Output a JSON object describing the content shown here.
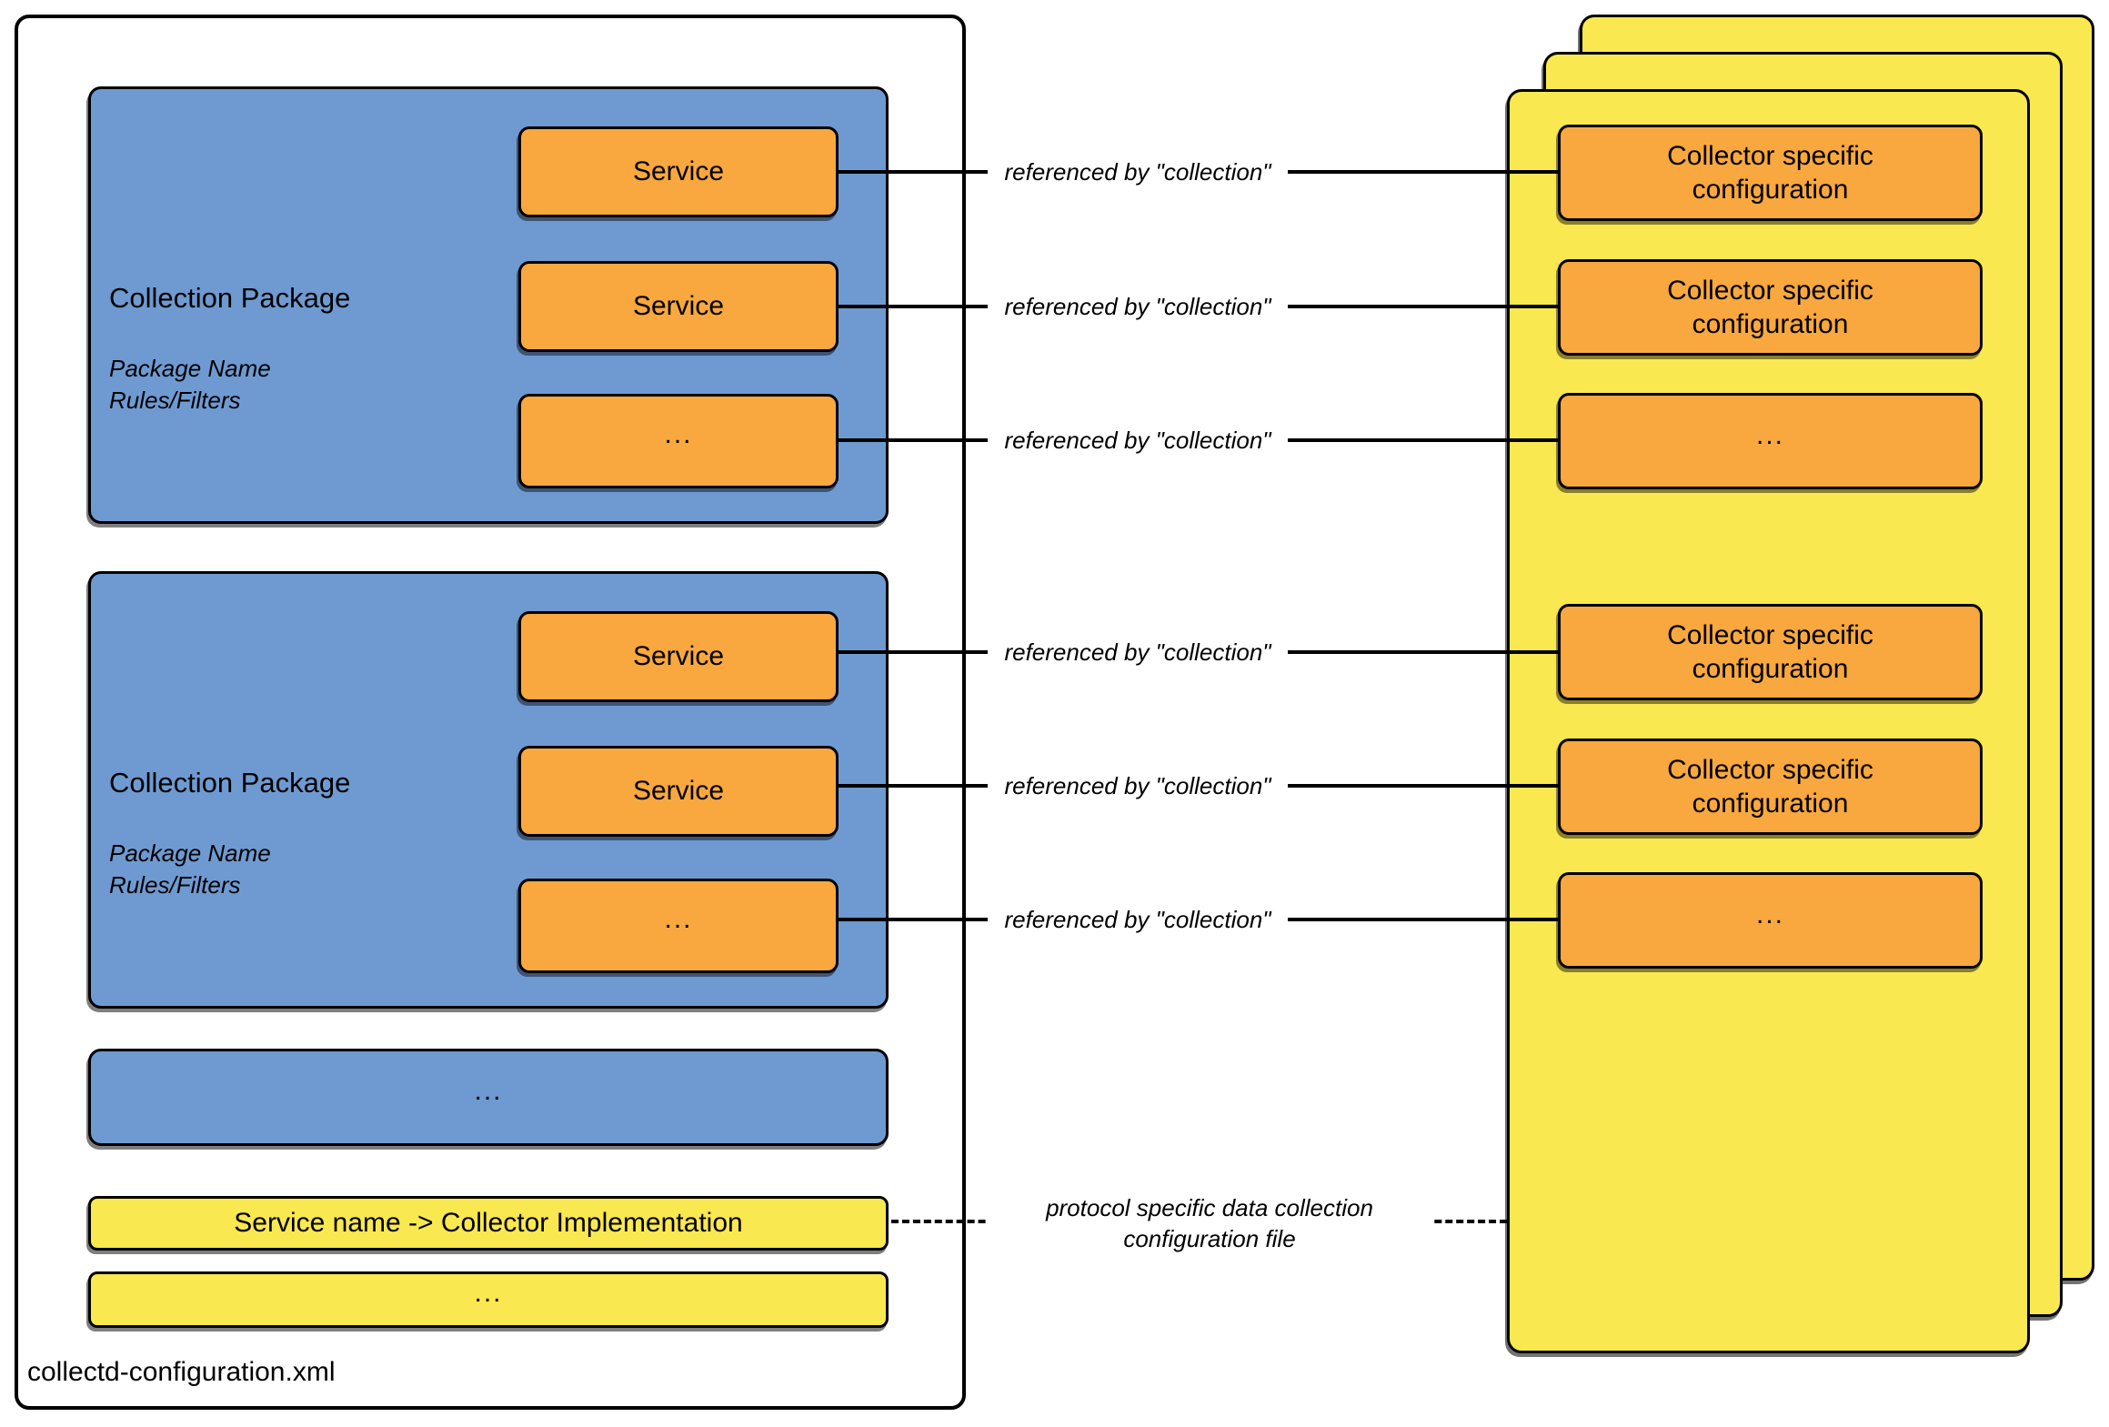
{
  "colors": {
    "blue": "#6f9ad1",
    "orange": "#f8a83e",
    "yellow": "#f9e84f"
  },
  "file_container": {
    "label": "collectd-configuration.xml",
    "packages": [
      {
        "title": "Collection Package",
        "meta": {
          "line1": "Package Name",
          "line2": "Rules/Filters"
        },
        "services": [
          "Service",
          "Service",
          "..."
        ]
      },
      {
        "title": "Collection Package",
        "meta": {
          "line1": "Package Name",
          "line2": "Rules/Filters"
        },
        "services": [
          "Service",
          "Service",
          "..."
        ]
      }
    ],
    "more_packages": "...",
    "mapping_box": "Service name -> Collector Implementation",
    "more_mappings": "..."
  },
  "collector_pages": {
    "boxes": [
      "Collector specific configuration",
      "Collector specific configuration",
      "...",
      "Collector specific configuration",
      "Collector specific configuration",
      "..."
    ]
  },
  "connector_label": "referenced by \"collection\"",
  "protocol_note": {
    "line1": "protocol specific data collection",
    "line2": "configuration file"
  }
}
